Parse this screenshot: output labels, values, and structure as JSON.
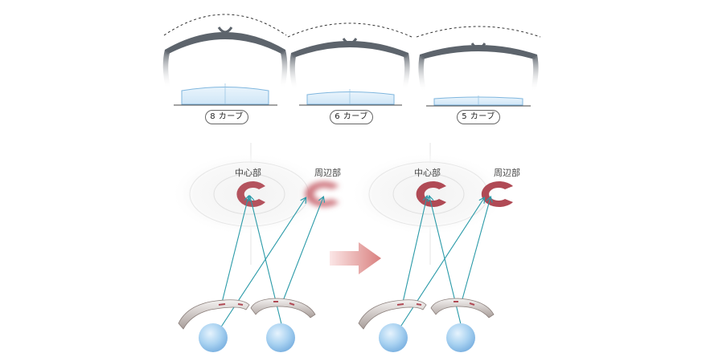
{
  "curves": [
    {
      "label": "8 カーブ"
    },
    {
      "label": "6 カーブ"
    },
    {
      "label": "5 カーブ"
    }
  ],
  "comparison": {
    "before": {
      "center_label": "中心部",
      "periphery_label": "周辺部",
      "periphery_blurred": true
    },
    "after": {
      "center_label": "中心部",
      "periphery_label": "周辺部",
      "periphery_blurred": false
    }
  },
  "colors": {
    "frame": "#5d646c",
    "lens_fill": "#dceefa",
    "lens_stroke": "#7fb6de",
    "ring_mark": "#b04a55",
    "ray": "#2a9aa8",
    "arrow": "#d98a8a",
    "eye": "#a8d0f0"
  }
}
